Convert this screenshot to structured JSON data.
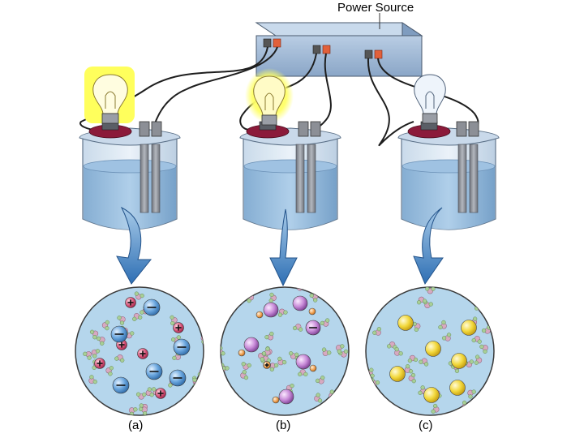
{
  "diagram": {
    "power_source_label": "Power Source",
    "panels": [
      {
        "caption": "(a)",
        "bulb_state": "bright",
        "cations": 6,
        "anions": 6
      },
      {
        "caption": "(b)",
        "bulb_state": "dim",
        "cations": 1,
        "anions": 1,
        "molecules": 5
      },
      {
        "caption": "(c)",
        "bulb_state": "off",
        "molecules": 7
      }
    ],
    "colors": {
      "power_box": "#9fb9d6",
      "beaker_glass": "#dbe7f2",
      "solution": "#8fb8dc",
      "arrow": "#3d7fc4",
      "circle_fill": "#b5d6ec",
      "bulb_lit": "#fffd7a",
      "bulb_glow": "#ffff66",
      "bulb_off": "#eef4fb",
      "lid": "#8b1a3a",
      "electrode": "#8c8f96",
      "water_molecule": "#d7a9c1",
      "cation": "#d8557a",
      "anion": "#4b8fd0",
      "molecule_purple": "#c88bd8",
      "molecule_yellow": "#f2d83c"
    }
  }
}
